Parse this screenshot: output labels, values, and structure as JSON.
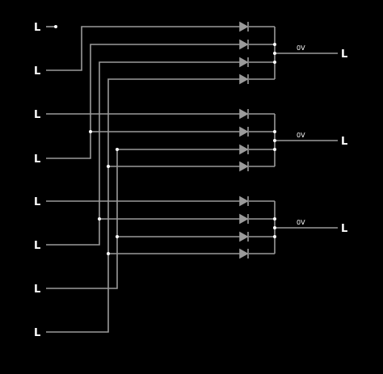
{
  "colors": {
    "background": "#000000",
    "wire": "#9a9a9a",
    "diode": "#9a9a9a",
    "text": "#ffffff",
    "junction": "#ffffff"
  },
  "diagram": {
    "input_labels": [
      "L",
      "L",
      "L",
      "L",
      "L",
      "L",
      "L",
      "L"
    ],
    "output_labels": [
      "L",
      "L",
      "L"
    ],
    "voltage_labels": [
      "0V",
      "0V",
      "0V"
    ]
  }
}
